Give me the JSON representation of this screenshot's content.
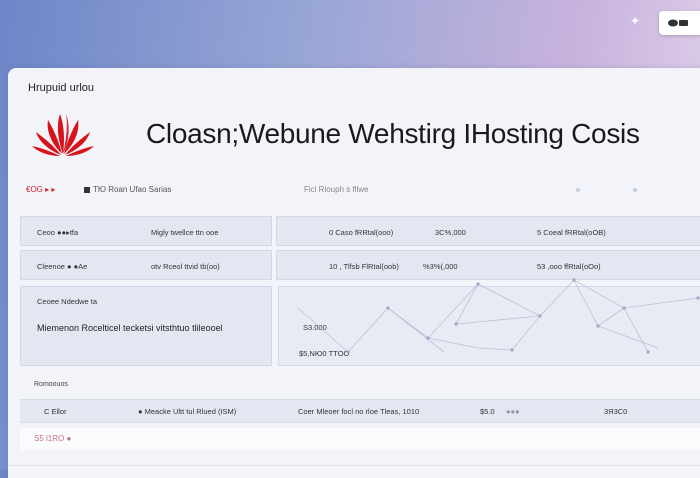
{
  "brand": {
    "name": "Hrupuid urlou"
  },
  "title": "Cloasn;Webune Wehstirg IHosting  Cosis",
  "tabs": {
    "red_tab": "€OG ▸ ▸",
    "series_tab": "ТЮ Roan Ufao Sarias",
    "filter_tab": "Ficl   Rlouph s fllwe"
  },
  "cards": {
    "row1": {
      "label": "Ceoo ●●▸tfa",
      "plan": "Migly twellce ttn ooe",
      "mid_value": "0 Caso fRRtal(ooo)",
      "price_a": "3С%,000",
      "right_value": "5 Coeal fRRtal(oOB)"
    },
    "row2": {
      "label": "Cleenoe ● ●Ae",
      "plan": "otv Rceol ttvid tb(oo)",
      "mid_value": "10 , Tlfsb FlRtal(oob)",
      "price_a": "%3%(,000",
      "right_value": "53 ,ooo ffRtal(oOo)"
    },
    "row3": {
      "label": "Ceoee Ndedwe ta",
      "description": "Miemenon Rocelticel tecketsi vitsthtuo tlileooel",
      "price_low": "S3.000",
      "price_high": "$5,NЮ0 TTOO"
    }
  },
  "summary": {
    "section_label": "Romoouos",
    "col1": "C  Ellor",
    "col2": "● Meacke Ultt tul Rlued (ISM)",
    "col3": "Coer Mleoer  focl no rloe Tleas,  1010",
    "col4": "$5.0",
    "col5": "●●●",
    "col6": "3Я3С0"
  },
  "tag": "S5 l1RO ●",
  "colors": {
    "logo_red": "#d7141b",
    "accent_pink": "#c87080"
  },
  "icons": {
    "corner": "logo-icon",
    "spark": "sparkle-icon"
  }
}
